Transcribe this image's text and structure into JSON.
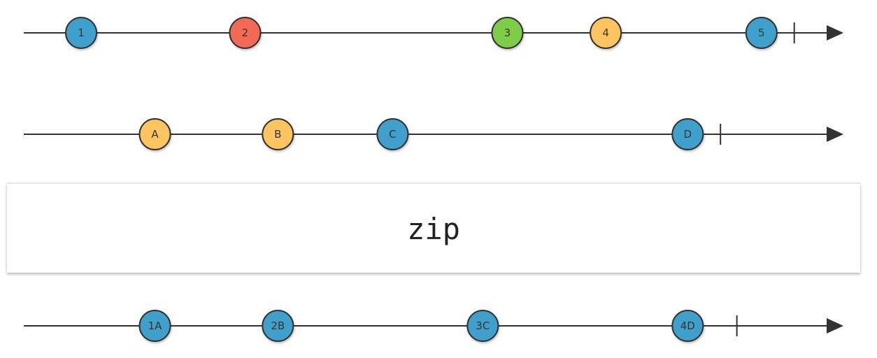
{
  "operator": {
    "name": "zip"
  },
  "colors": {
    "line": "#333333",
    "blue": "#3fa0cc",
    "red": "#f26b55",
    "green": "#7fcc4a",
    "yellow": "#fdc45e"
  },
  "timelines": [
    {
      "id": "source-numbers",
      "completion_time": 0.94,
      "marbles": [
        {
          "label": "1",
          "time": 0.07,
          "color": "blue"
        },
        {
          "label": "2",
          "time": 0.27,
          "color": "red"
        },
        {
          "label": "3",
          "time": 0.59,
          "color": "green"
        },
        {
          "label": "4",
          "time": 0.71,
          "color": "yellow"
        },
        {
          "label": "5",
          "time": 0.9,
          "color": "blue"
        }
      ]
    },
    {
      "id": "source-letters",
      "completion_time": 0.85,
      "marbles": [
        {
          "label": "A",
          "time": 0.16,
          "color": "yellow"
        },
        {
          "label": "B",
          "time": 0.31,
          "color": "yellow"
        },
        {
          "label": "C",
          "time": 0.45,
          "color": "blue"
        },
        {
          "label": "D",
          "time": 0.81,
          "color": "blue"
        }
      ]
    },
    {
      "id": "result-zipped",
      "completion_time": 0.87,
      "marbles": [
        {
          "label": "1A",
          "time": 0.16,
          "color": "blue"
        },
        {
          "label": "2B",
          "time": 0.31,
          "color": "blue"
        },
        {
          "label": "3C",
          "time": 0.56,
          "color": "blue"
        },
        {
          "label": "4D",
          "time": 0.81,
          "color": "blue"
        }
      ]
    }
  ]
}
